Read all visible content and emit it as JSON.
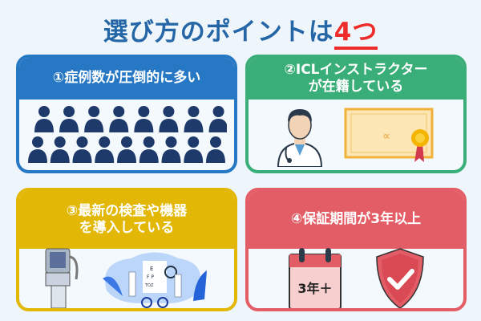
{
  "title": {
    "main": "選び方のポイントは",
    "highlight": "4つ"
  },
  "cards": [
    {
      "label": "①症例数が圧倒的に多い",
      "icon": "crowd-icon"
    },
    {
      "label_line1": "②ICLインストラクター",
      "label_line2": "が在籍している",
      "icon": "doctor-certificate-icon"
    },
    {
      "label_line1": "③最新の検査や機器",
      "label_line2": "を導入している",
      "icon": "eye-exam-equipment-icon"
    },
    {
      "label": "④保証期間が3年以上",
      "calendar_text": "3年＋",
      "icon": "calendar-shield-icon"
    }
  ],
  "colors": {
    "blue": "#2778c4",
    "green": "#3aae78",
    "yellow": "#e2b706",
    "red": "#e35d66",
    "title": "#2566a6",
    "accent": "#ee2c2a"
  }
}
